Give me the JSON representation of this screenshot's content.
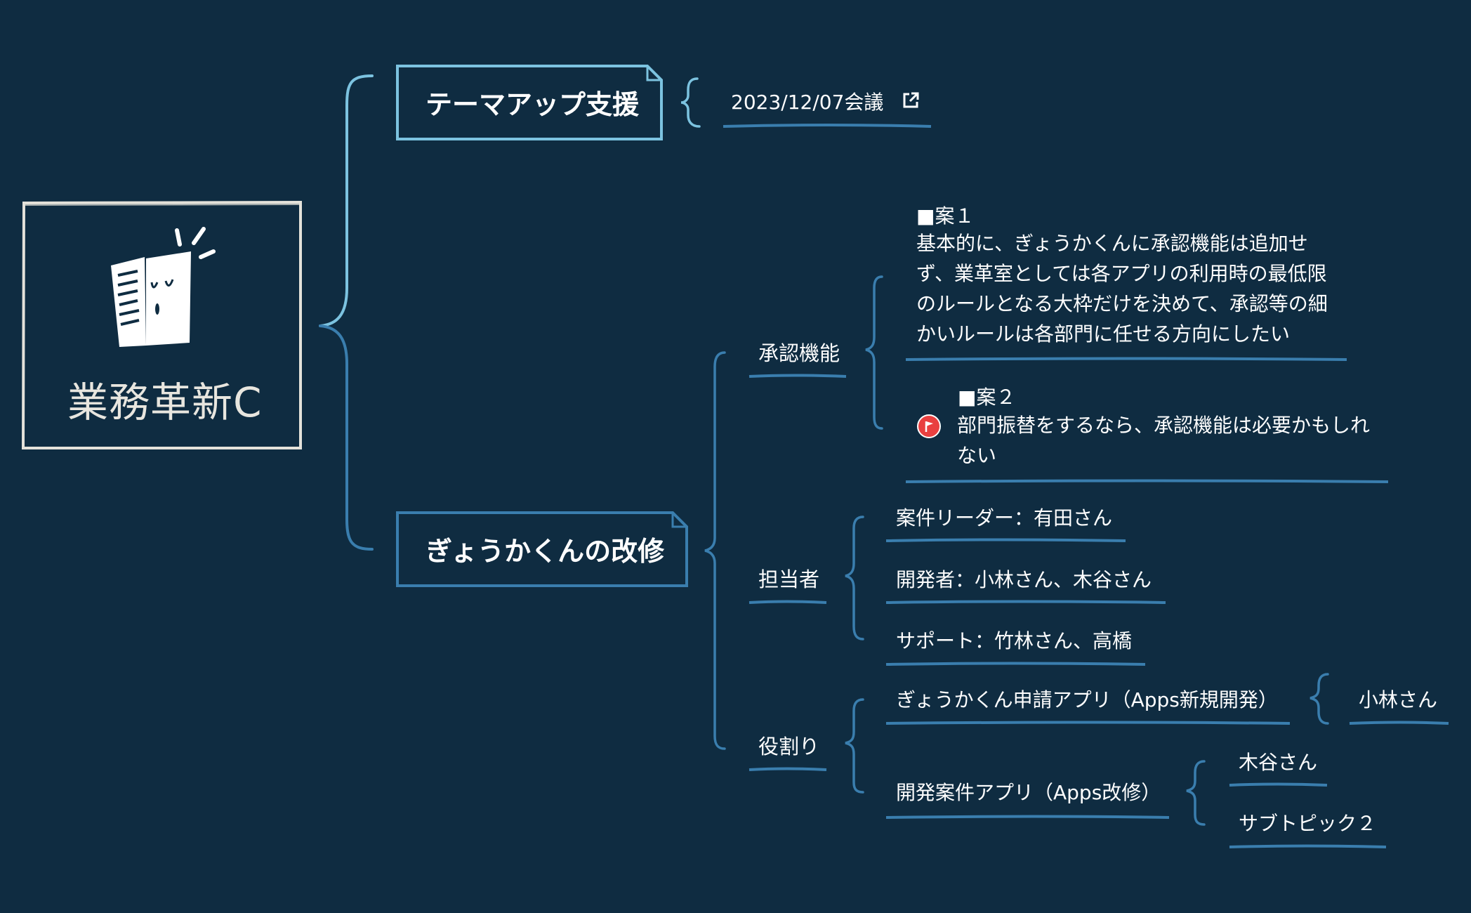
{
  "root": {
    "title": "業務革新C",
    "icon": "book-icon"
  },
  "branches": [
    {
      "title": "テーマアップ支援",
      "link": {
        "label": "2023/12/07会議",
        "icon": "external-link-icon"
      }
    },
    {
      "title": "ぎょうかくんの改修"
    }
  ],
  "approval": {
    "label": "承認機能",
    "plan1": {
      "heading": "■案１",
      "lines": [
        "基本的に、ぎょうかくんに承認機能は追加せ",
        "ず、業革室としては各アプリの利用時の最低限",
        "のルールとなる大枠だけを決めて、承認等の細",
        "かいルールは各部門に任せる方向にしたい"
      ]
    },
    "plan2": {
      "heading": "■案２",
      "lines": [
        "部門振替をするなら、承認機能は必要かもしれ",
        "ない"
      ],
      "marker": "red-flag-icon"
    }
  },
  "staff": {
    "label": "担当者",
    "items": [
      "案件リーダー：有田さん",
      "開発者：小林さん、木谷さん",
      "サポート：竹林さん、高橋"
    ]
  },
  "roles": {
    "label": "役割り",
    "app1": {
      "label": "ぎょうかくん申請アプリ（Apps新規開発）",
      "child": "小林さん"
    },
    "app2": {
      "label": "開発案件アプリ（Apps改修）",
      "children": [
        "木谷さん",
        "サブトピック２"
      ]
    }
  },
  "colors": {
    "background": "#0f2c41",
    "rootBorder": "#e4e2da",
    "branch1": "#7cc3e0",
    "branch2": "#3a7eae",
    "text": "#ffffff",
    "flag": "#e94040"
  }
}
